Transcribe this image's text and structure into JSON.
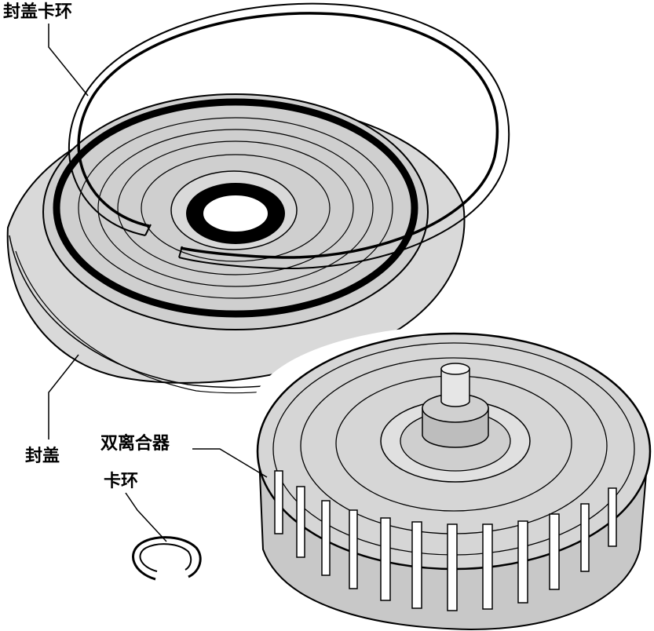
{
  "labels": {
    "cover_snap_ring": "封盖卡环",
    "cover": "封盖",
    "dual_clutch": "双离合器",
    "snap_ring": "卡环"
  },
  "colors": {
    "line": "#000000",
    "cover_fill": "#d9d9d9",
    "cover_inner_fill": "#cfcfcf",
    "clutch_fill": "#c8c8c8",
    "clutch_face": "#d6d6d6",
    "background": "#ffffff"
  }
}
